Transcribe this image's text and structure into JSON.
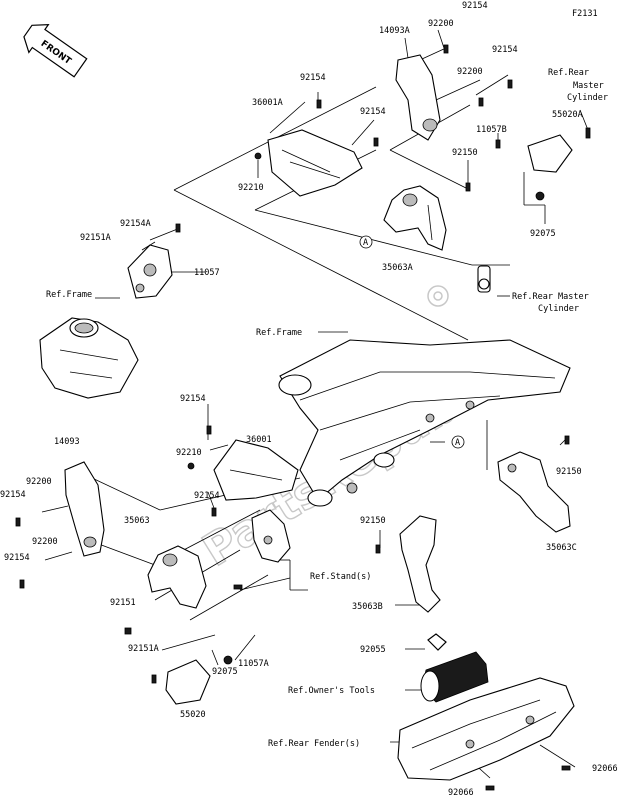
{
  "figure_code": "F2131",
  "front_badge": "FRONT",
  "watermark": "PartsRepublik",
  "callouts": {
    "p14093A": "14093A",
    "p92200_top": "92200",
    "p92154_top": "92154",
    "p92154_r": "92154",
    "p92200_r": "92200",
    "ref_rear_master_top": "Ref.Rear\nMaster\nCylinder",
    "p55020A": "55020A",
    "p36001A": "36001A",
    "p92154_a": "92154",
    "p92154_b": "92154",
    "p11057B": "11057B",
    "p92150_top": "92150",
    "p92210_top": "92210",
    "p92075_top": "92075",
    "p92154A": "92154A",
    "p92151A_top": "92151A",
    "p11057": "11057",
    "circle_a_top": "A",
    "p35063A": "35063A",
    "ref_frame_left": "Ref.Frame",
    "ref_rear_master_mid": "Ref.Rear Master\nCylinder",
    "ref_frame_mid": "Ref.Frame",
    "p92154_mid": "92154",
    "p14093": "14093",
    "p92210_mid": "92210",
    "p36001": "36001",
    "circle_a_mid": "A",
    "p92200_l1": "92200",
    "p92154_l1": "92154",
    "p92154_m2": "92154",
    "p92150_mid": "92150",
    "p35063": "35063",
    "p92200_l2": "92200",
    "p92154_l2": "92154",
    "p92150_low": "92150",
    "p35063C": "35063C",
    "ref_stand": "Ref.Stand(s)",
    "p92151": "92151",
    "p35063B": "35063B",
    "p92151A_low": "92151A",
    "p11057A": "11057A",
    "p92055": "92055",
    "p92075_low": "92075",
    "ref_owner_tools": "Ref.Owner's Tools",
    "p55020": "55020",
    "ref_rear_fender": "Ref.Rear Fender(s)",
    "p92066_r": "92066",
    "p92066_b": "92066"
  }
}
